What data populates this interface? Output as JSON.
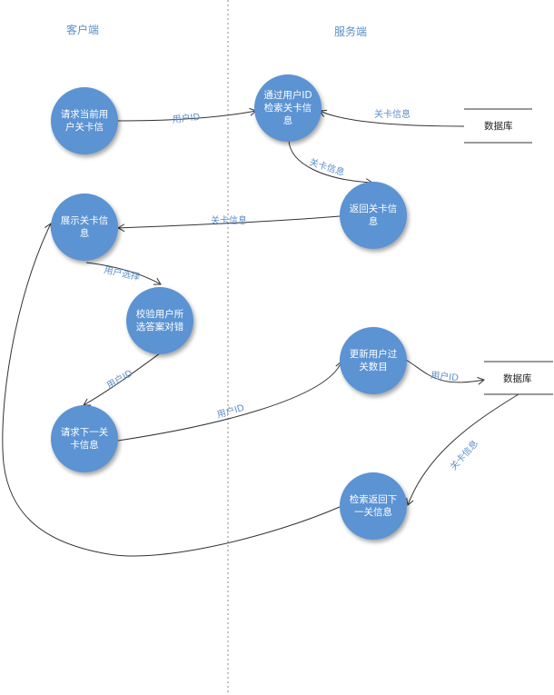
{
  "lanes": {
    "client": "客户端",
    "server": "服务端"
  },
  "nodes": {
    "request_user_level": "请求当前用户关卡信",
    "retrieve_level": "通过用户ID检索关卡信息",
    "return_level": "返回关卡信息",
    "show_level": "展示关卡信息",
    "validate_answer": "校验用户所选答案对错",
    "update_passed_count": "更新用户过关数目",
    "request_next_level": "请求下一关卡信息",
    "retrieve_next_level": "检索返回下一关信息"
  },
  "stores": {
    "database_1": "数据库",
    "database_2": "数据库"
  },
  "edges": {
    "user_id_1": "用户ID",
    "level_info_db": "关卡信息",
    "level_info_return": "关卡信息",
    "level_info_show": "关卡信息",
    "user_choice": "用户选择",
    "user_id_validate": "用户ID",
    "user_id_update": "用户ID",
    "user_id_db": "用户ID",
    "level_info_next": "关卡信息"
  },
  "colors": {
    "node_fill": "#5b93d3",
    "label_text": "#5b8fc9",
    "edge_line": "#333333",
    "lane_divider": "#888888"
  }
}
